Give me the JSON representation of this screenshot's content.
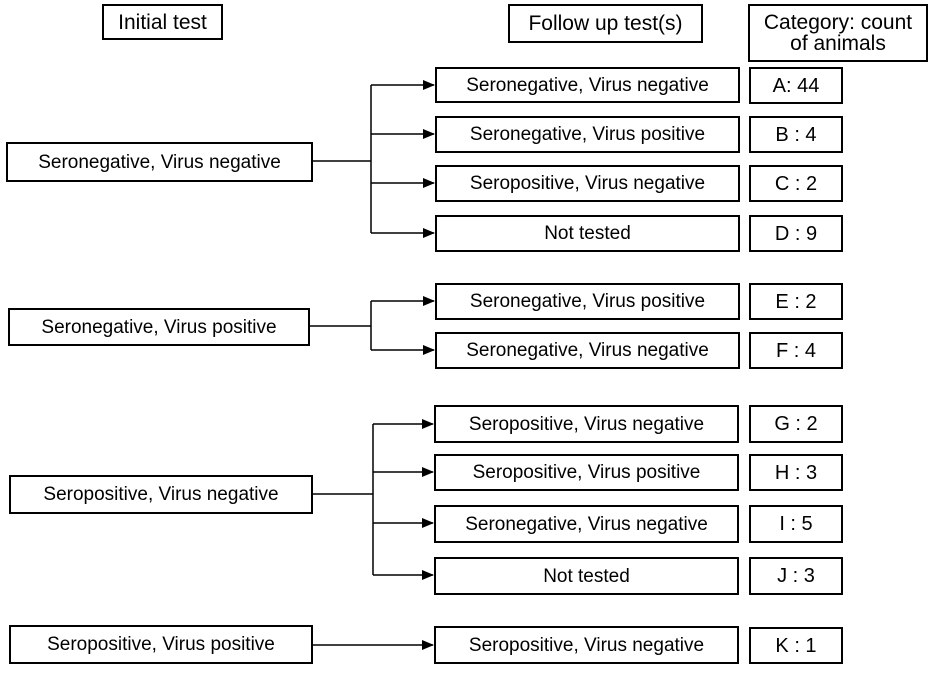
{
  "headers": {
    "initial": "Initial test",
    "followup": "Follow up test(s)",
    "category_line1": "Category: count",
    "category_line2": "of animals"
  },
  "groups": [
    {
      "initial": "Seronegative, Virus negative",
      "outcomes": [
        {
          "followup": "Seronegative, Virus negative",
          "category": "A: 44"
        },
        {
          "followup": "Seronegative, Virus positive",
          "category": "B : 4"
        },
        {
          "followup": "Seropositive, Virus negative",
          "category": "C : 2"
        },
        {
          "followup": "Not tested",
          "category": "D : 9"
        }
      ]
    },
    {
      "initial": "Seronegative, Virus positive",
      "outcomes": [
        {
          "followup": "Seronegative, Virus positive",
          "category": "E : 2"
        },
        {
          "followup": "Seronegative, Virus negative",
          "category": "F : 4"
        }
      ]
    },
    {
      "initial": "Seropositive, Virus negative",
      "outcomes": [
        {
          "followup": "Seropositive, Virus negative",
          "category": "G : 2"
        },
        {
          "followup": "Seropositive, Virus positive",
          "category": "H : 3"
        },
        {
          "followup": "Seronegative, Virus negative",
          "category": "I : 5"
        },
        {
          "followup": "Not tested",
          "category": "J : 3"
        }
      ]
    },
    {
      "initial": "Seropositive, Virus positive",
      "outcomes": [
        {
          "followup": "Seropositive, Virus negative",
          "category": "K : 1"
        }
      ]
    }
  ]
}
